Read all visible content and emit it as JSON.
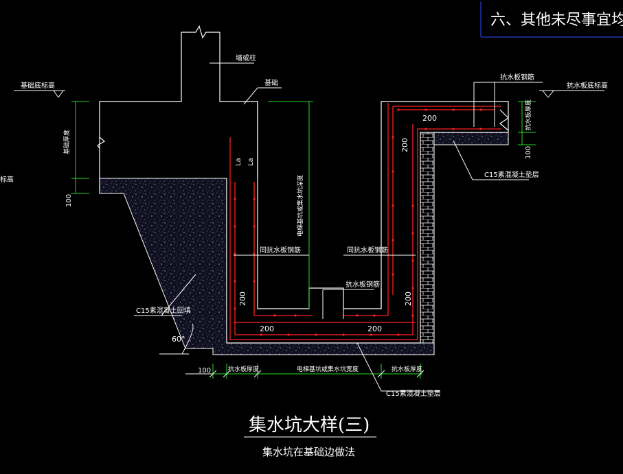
{
  "colors": {
    "background": "#000000",
    "line_white": "#ffffff",
    "rebar_red": "#ff2020",
    "dimension_green": "#22dd22",
    "concrete_fill": "#1a1a2e",
    "title_underline": "#3050ff"
  },
  "header": {
    "note": "六、其他未尽事宜均按国家"
  },
  "labels": {
    "wall_column": "墙或柱",
    "foundation": "基础",
    "foundation_bottom_elev": "基础底标高",
    "foundation_thickness": "基础厚度",
    "left_elev": "标高",
    "dim_100_left": "100",
    "la_1": "La",
    "la_2": "La",
    "depth_note": "电梯基坑或集水坑深度",
    "same_slab_rebar_left": "同抗水板钢筋",
    "same_slab_rebar_right": "同抗水板钢筋",
    "slab_rebar_top": "抗水板钢筋",
    "slab_rebar_mid": "抗水板钢筋",
    "slab_bottom_elev": "抗水板底标高",
    "slab_thickness_right": "抗水板厚度",
    "dim_200_top": "200",
    "dim_200_vert_top": "200",
    "dim_100_right": "100",
    "c15_cushion_right": "C15素混凝土垫层",
    "c15_backfill": "C15素混凝土回填",
    "angle": "60°",
    "dim_200_left_wall": "200",
    "dim_200_right_wall": "200",
    "dim_200_bottom_left": "200",
    "dim_200_bottom_right": "200",
    "dim_100_bottom": "100",
    "slab_thickness_bl": "抗水板厚度",
    "pit_width": "电梯基坑或集水坑宽度",
    "slab_thickness_br": "抗水板厚度",
    "c15_cushion_bottom": "C15素混凝土垫层"
  },
  "title": {
    "main": "集水坑大样(三)",
    "sub": "集水坑在基础边做法"
  }
}
